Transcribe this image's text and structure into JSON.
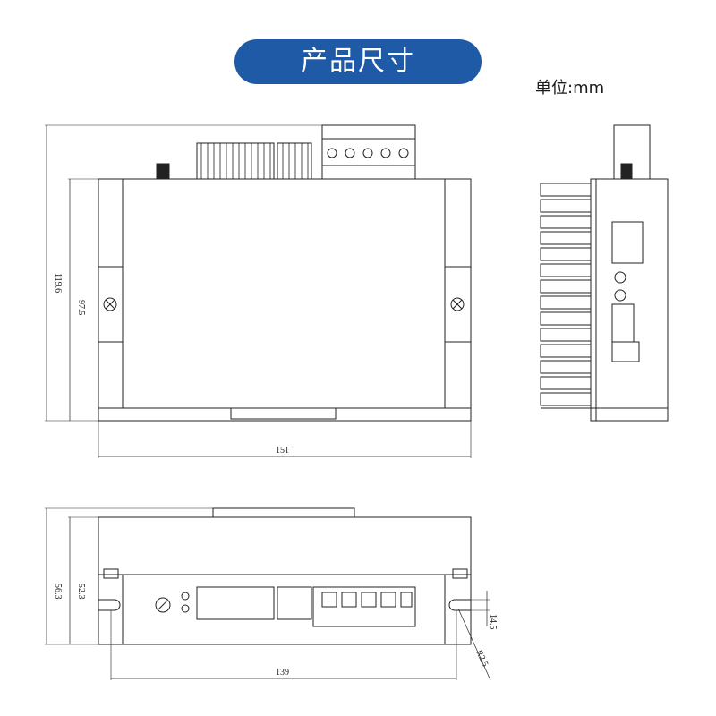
{
  "title": "产品尺寸",
  "unit_label": "单位:mm",
  "front_view": {
    "dim_height_total": "119.6",
    "dim_height_body": "97.5",
    "dim_width": "151"
  },
  "bottom_view": {
    "dim_height_total": "56.3",
    "dim_height_body": "52.3",
    "dim_width": "139",
    "dim_slot_width": "14.5",
    "dim_slot_radius": "R2.5"
  },
  "colors": {
    "title_bg": "#1f5aa6",
    "line": "#222222"
  }
}
